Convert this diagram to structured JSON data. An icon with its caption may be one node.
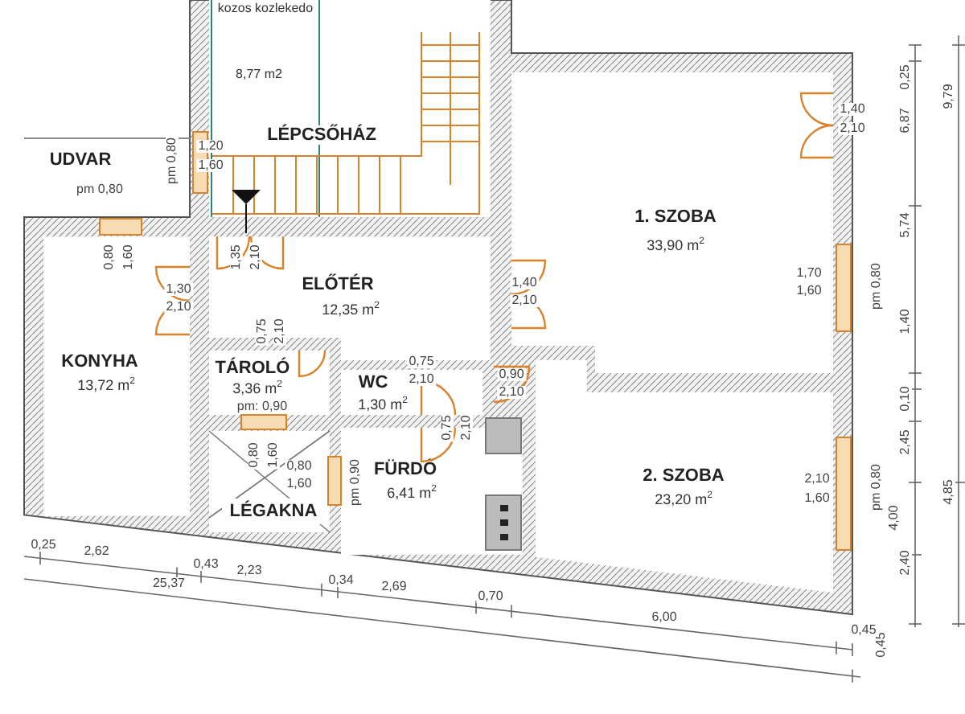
{
  "diagram": {
    "nodes": [
      {
        "text": [
          "LÉPCSŐHÁZ"
        ]
      },
      {
        "text": [
          "kozos kozlekedo",
          "8,77 m2"
        ],
        "in": 0
      },
      {
        "text": [
          "1. SZOBA",
          "33,90 m$^{2}$"
        ]
      },
      {
        "text": [
          "ELŐTÉR",
          "12,35 m$^{2}$"
        ]
      },
      {
        "text": [
          "KONYHA",
          "13,72 m$^{2}$"
        ]
      },
      {
        "text": [
          "TÁROLÓ",
          "3,36 m$^{2}$"
        ]
      },
      {
        "text": [
          "WC",
          "1,30 m$^{2}$"
        ]
      },
      {
        "text": [
          "FÜRDŐ",
          "6,41 m$^{2}$"
        ]
      },
      {
        "text": [
          "LÉGAKNA"
        ]
      },
      {
        "text": [
          "2. SZOBA",
          "23,20 m$^{2}$"
        ]
      }
    ],
    "labels": [
      "UDVAR",
      "pm 0,80",
      "1,20",
      "1,60",
      "0,25",
      "6,87",
      "9,79",
      "1,40",
      "2,10",
      "pm 0,80",
      "0,80",
      "1,60",
      "1,35",
      "2,10",
      "1,30",
      "2,10",
      "1,40",
      "2,10",
      "5,74",
      "1,70",
      "1,60",
      "pm 0,80",
      "1,40",
      "0,75",
      "2,10",
      "0,75",
      "2,10",
      "0,90",
      "2,10",
      "pm: 0,90",
      "0,75",
      "2,10",
      "0,10",
      "2,45",
      "0,80",
      "1,60",
      "0,80",
      "1,60",
      "pm 0,90",
      "2,10",
      "1,60",
      "pm 0,80",
      "4,00",
      "4,85",
      "2,40",
      "0,25",
      "2,62",
      "0,43",
      "2,23",
      "25,37",
      "0,34",
      "2,69",
      "0,70",
      "6,00",
      "0,45",
      "0,45"
    ]
  }
}
